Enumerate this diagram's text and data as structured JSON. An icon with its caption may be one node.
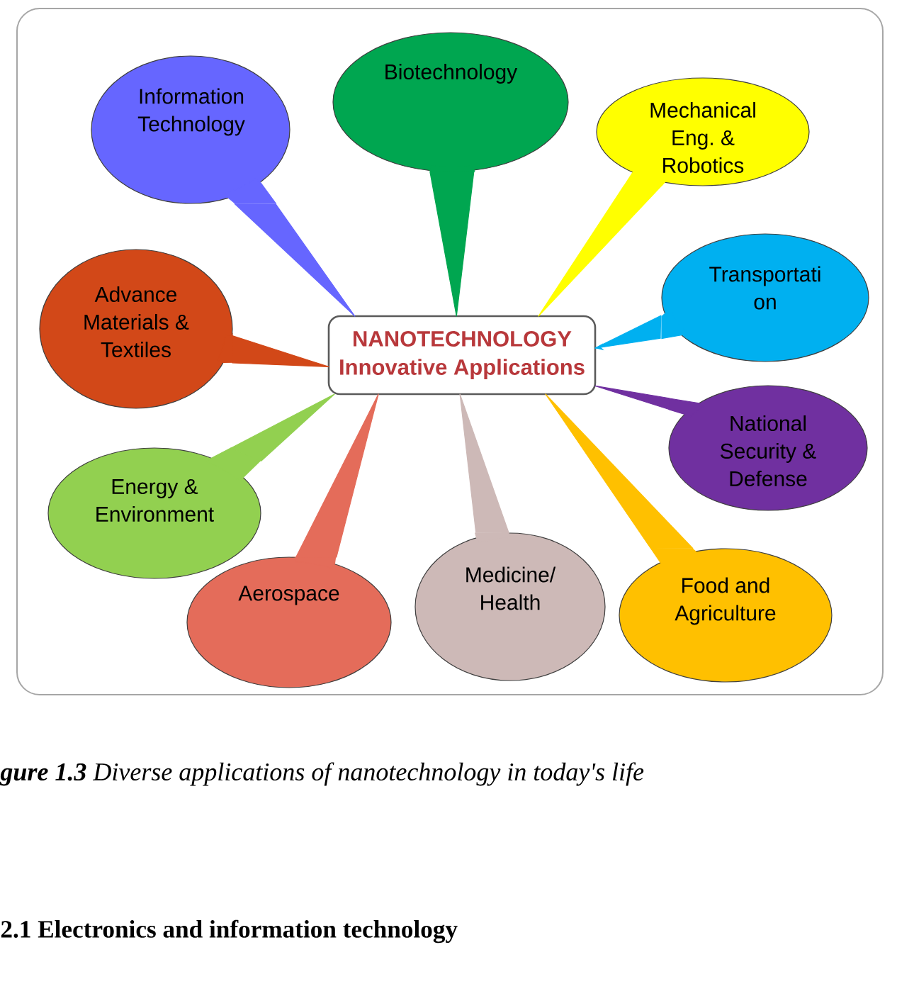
{
  "diagram": {
    "caption": "**gure 1.3** Diverse applications of nanotechnology in today's life",
    "nodes": [
      {
        "text": [
          "Information Technology"
        ]
      },
      {
        "text": [
          "Biotechnology"
        ]
      },
      {
        "text": [
          "Mechanical Eng. & Robotics"
        ]
      },
      {
        "text": [
          "Advance Materials & Textiles"
        ]
      },
      {
        "text": [
          "NANOTECHNOLOGY",
          "Innovative Applications"
        ]
      },
      {
        "text": [
          "Transportati on"
        ]
      },
      {
        "text": [
          "Energy & Environment"
        ]
      },
      {
        "text": [
          "National Security & Defense"
        ]
      },
      {
        "text": [
          "Aerospace"
        ]
      },
      {
        "text": [
          "Medicine/ Health"
        ]
      },
      {
        "text": [
          "Food and Agriculture"
        ]
      }
    ],
    "edges": [
      {
        "from": 0,
        "to": 4,
        "arrow": "none",
        "color": "#6666ff"
      },
      {
        "from": 1,
        "to": 4,
        "arrow": "none",
        "color": "#00a650"
      },
      {
        "from": 2,
        "to": 4,
        "arrow": "none",
        "color": "#ffff00"
      },
      {
        "from": 3,
        "to": 4,
        "arrow": "none",
        "color": "#d24818"
      },
      {
        "from": 5,
        "to": 4,
        "arrow": "to",
        "color": "#00b0f0"
      },
      {
        "from": 6,
        "to": 4,
        "arrow": "none",
        "color": "#92d050"
      },
      {
        "from": 7,
        "to": 4,
        "arrow": "none",
        "color": "#7030a0"
      },
      {
        "from": 8,
        "to": 4,
        "arrow": "none",
        "color": "#e46c5a"
      },
      {
        "from": 9,
        "to": 4,
        "arrow": "none",
        "color": "#cdb9b7"
      },
      {
        "from": 10,
        "to": 4,
        "arrow": "none",
        "color": "#ffc000"
      }
    ],
    "labels": [
      "2.1 Electronics and information technology"
    ]
  }
}
